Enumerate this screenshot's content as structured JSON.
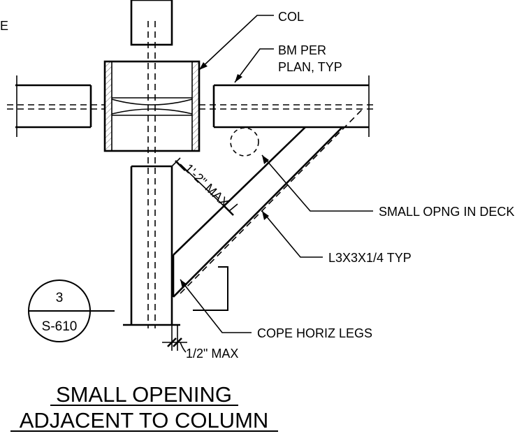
{
  "labels": {
    "col": "COL",
    "bm_line1": "BM PER",
    "bm_line2": "PLAN, TYP",
    "small_opng": "SMALL OPNG IN DECK",
    "angle": "L3X3X1/4 TYP",
    "cope": "COPE HORIZ LEGS",
    "dim_max": "1'-2\" MAX",
    "dim_half": "1/2\" MAX",
    "edge_letter": "E"
  },
  "detail_marker": {
    "number": "3",
    "sheet": "S-610"
  },
  "title": {
    "line1": "SMALL OPENING",
    "line2": "ADJACENT TO COLUMN"
  }
}
